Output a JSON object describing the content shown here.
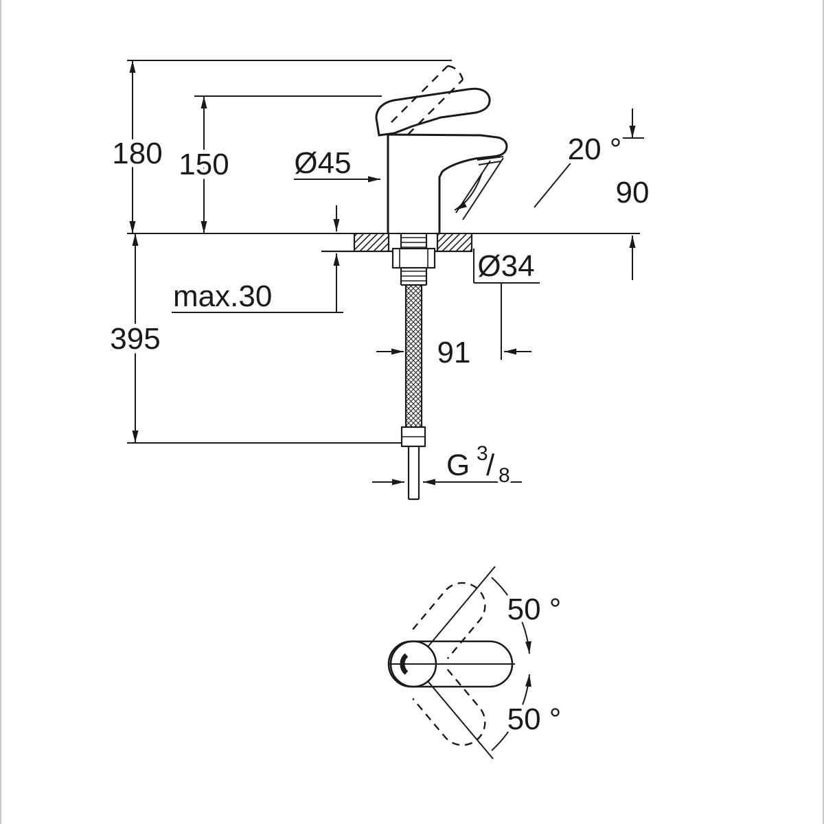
{
  "page": {
    "background": "#ffffff",
    "line_color": "#1a1a1a",
    "description": "Technical dimensional drawing of a single-lever basin mixer faucet, side view with mounting dimensions and top view with handle swivel angles"
  },
  "side_view": {
    "dim_overall_height": "180",
    "dim_handle_height": "150",
    "dim_body_diameter": "Ø45",
    "dim_spout_angle": "20 °",
    "dim_spout_height": "90",
    "dim_hole_diameter": "Ø34",
    "dim_max_deck_thickness": "max.30",
    "dim_hose_length": "395",
    "dim_hose_offset": "91",
    "thread": {
      "g": "G",
      "numerator": "3",
      "slash": "/",
      "denominator": "8"
    }
  },
  "top_view": {
    "dim_swivel_up": "50 °",
    "dim_swivel_down": "50 °"
  }
}
